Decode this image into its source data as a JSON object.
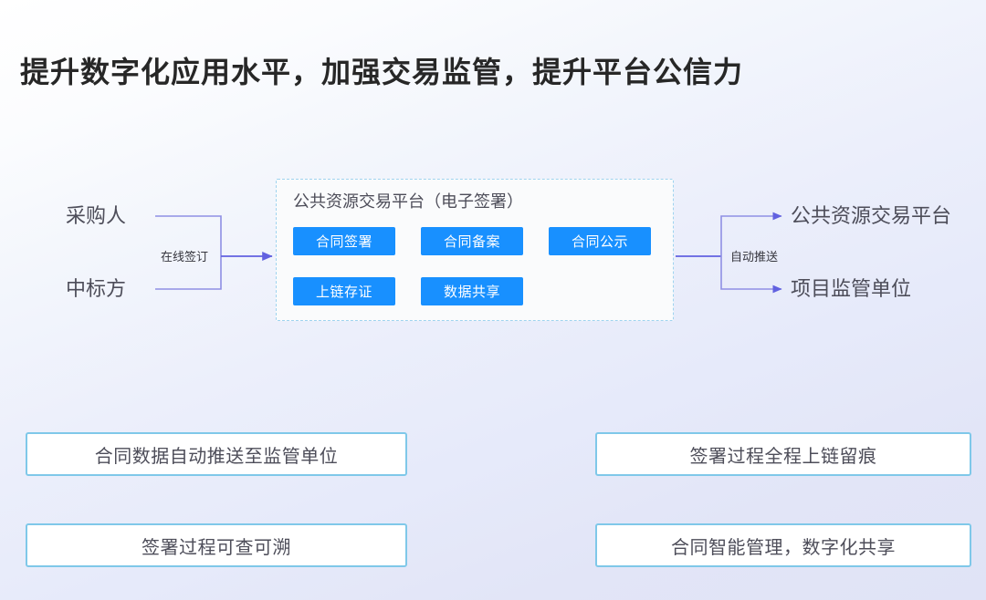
{
  "slide": {
    "title": "提升数字化应用水平，加强交易监管，提升平台公信力",
    "background_from": "#ffffff",
    "background_to": "#e0e3f6"
  },
  "flow": {
    "actors": [
      {
        "label": "采购人"
      },
      {
        "label": "中标方"
      }
    ],
    "left_edge_label": "在线签订",
    "right_edge_label": "自动推送",
    "platform": {
      "title": "公共资源交易平台（电子签署）",
      "border_color": "#9fd3ef",
      "tags": [
        {
          "label": "合同签署"
        },
        {
          "label": "合同备案"
        },
        {
          "label": "合同公示"
        },
        {
          "label": "上链存证"
        },
        {
          "label": "数据共享"
        }
      ],
      "tag_color": "#1890ff"
    },
    "destinations": [
      {
        "label": "公共资源交易平台"
      },
      {
        "label": "项目监管单位"
      }
    ],
    "connector_color": "#6161e0"
  },
  "cards": [
    {
      "label": "合同数据自动推送至监管单位"
    },
    {
      "label": "签署过程全程上链留痕"
    },
    {
      "label": "签署过程可查可溯"
    },
    {
      "label": "合同智能管理，数字化共享"
    }
  ],
  "card_border_color": "#7fc8e9"
}
